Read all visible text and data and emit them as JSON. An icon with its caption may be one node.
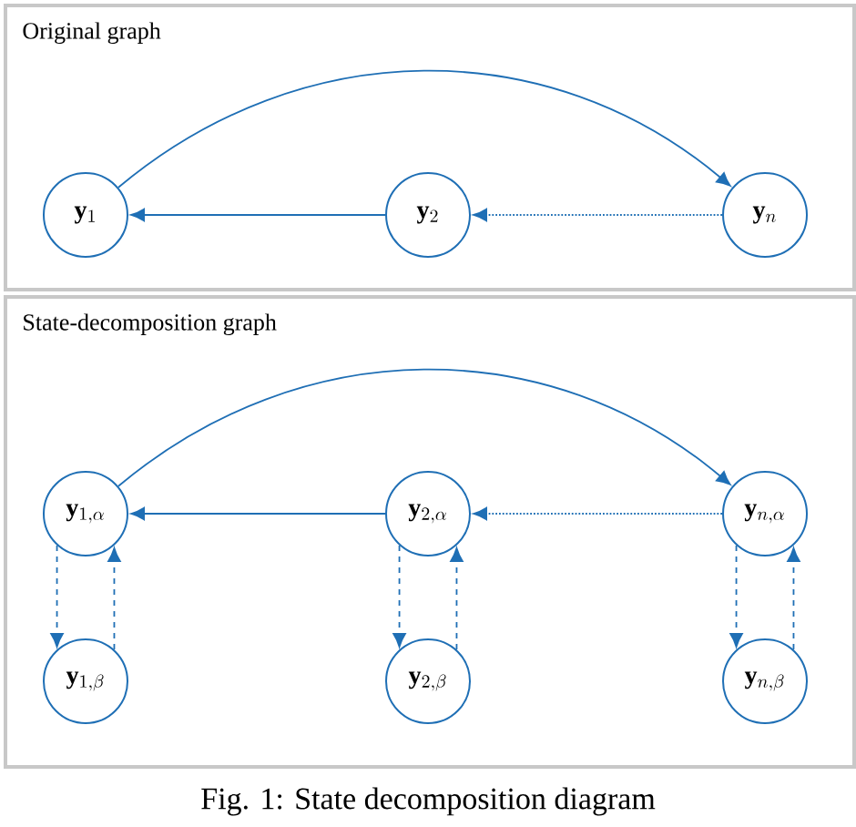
{
  "diagram": {
    "caption": "Fig. 1: State decomposition diagram",
    "nodes": [
      {
        "text": [
          "Original graph"
        ]
      },
      {
        "text": [
          "\\mathbf{y}_{1}"
        ],
        "in": 0
      },
      {
        "text": [
          "\\mathbf{y}_{2}"
        ],
        "in": 0
      },
      {
        "text": [
          "\\mathbf{y}_{n}"
        ],
        "in": 0
      },
      {
        "text": [
          "State-decomposition graph"
        ]
      },
      {
        "text": [
          "\\mathbf{y}_{1,\\alpha}"
        ],
        "in": 4
      },
      {
        "text": [
          "\\mathbf{y}_{2,\\alpha}"
        ],
        "in": 4
      },
      {
        "text": [
          "\\mathbf{y}_{n,\\alpha}"
        ],
        "in": 4
      },
      {
        "text": [
          "\\mathbf{y}_{1,\\beta}"
        ],
        "in": 4
      },
      {
        "text": [
          "\\mathbf{y}_{2,\\beta}"
        ],
        "in": 4
      },
      {
        "text": [
          "\\mathbf{y}_{n,\\beta}"
        ],
        "in": 4
      }
    ],
    "edges": [
      {
        "from": 1,
        "to": 3,
        "arrow": "to"
      },
      {
        "from": 2,
        "to": 1,
        "arrow": "to"
      },
      {
        "from": 3,
        "to": 2,
        "arrow": "to",
        "style": "dashed"
      },
      {
        "from": 5,
        "to": 7,
        "arrow": "to"
      },
      {
        "from": 6,
        "to": 5,
        "arrow": "to"
      },
      {
        "from": 7,
        "to": 6,
        "arrow": "to",
        "style": "dashed"
      },
      {
        "from": 5,
        "to": 8,
        "arrow": "to",
        "style": "dashed"
      },
      {
        "from": 8,
        "to": 5,
        "arrow": "to",
        "style": "dashed"
      },
      {
        "from": 6,
        "to": 9,
        "arrow": "to",
        "style": "dashed"
      },
      {
        "from": 9,
        "to": 6,
        "arrow": "to",
        "style": "dashed"
      },
      {
        "from": 7,
        "to": 10,
        "arrow": "to",
        "style": "dashed"
      },
      {
        "from": 10,
        "to": 7,
        "arrow": "to",
        "style": "dashed"
      }
    ]
  }
}
